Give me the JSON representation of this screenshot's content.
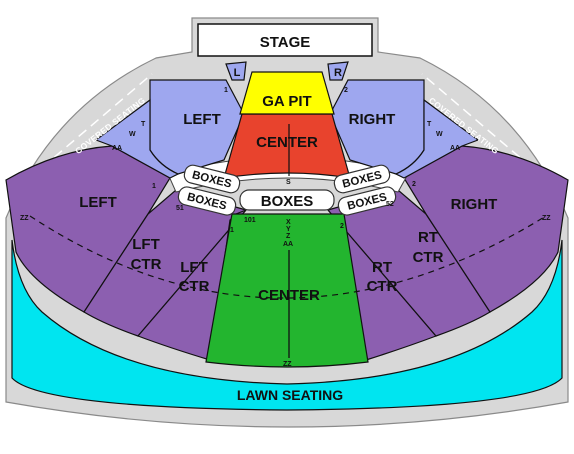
{
  "stage": "STAGE",
  "sections": {
    "ga_pit": "GA PIT",
    "center_front": "CENTER",
    "left_front": "LEFT",
    "right_front": "RIGHT",
    "box_l": "L",
    "box_r": "R",
    "left_back": "LEFT",
    "lft_ctr_a_1": "LFT",
    "lft_ctr_a_2": "CTR",
    "lft_ctr_b_1": "LFT",
    "lft_ctr_b_2": "CTR",
    "center_back": "CENTER",
    "rt_ctr_a_1": "RT",
    "rt_ctr_a_2": "CTR",
    "rt_ctr_b_1": "RT",
    "rt_ctr_b_2": "CTR",
    "right_back": "RIGHT",
    "lawn": "LAWN SEATING"
  },
  "boxes": {
    "center": "BOXES",
    "left_upper": "BOXES",
    "left_lower": "BOXES",
    "right_upper": "BOXES",
    "right_lower": "BOXES"
  },
  "covered_seating_left": "COVERED SEATING",
  "covered_seating_right": "COVERED SEATING",
  "rows": {
    "w_left": "W",
    "t_left": "T",
    "w_right": "W",
    "t_right": "T",
    "one_left": "1",
    "two_right": "2",
    "aa_left": "AA",
    "aa_right": "AA",
    "zz_left": "ZZ",
    "zz_right": "ZZ",
    "one_back": "1",
    "fiftyone": "51",
    "one_oh_one": "101",
    "fiftytwo": "52",
    "two_back": "2",
    "two_center": "2",
    "one_center": "1",
    "s": "S",
    "x": "X",
    "y": "Y",
    "z": "Z",
    "aa_center": "AA",
    "zz_center": "ZZ"
  },
  "colors": {
    "stage_fill": "#ffffff",
    "ga_pit": "#ffff00",
    "center_front": "#e8432d",
    "front_side": "#9ea7ef",
    "boxes_fill": "#ffffff",
    "back_side": "#8c5fb0",
    "center_back": "#23b52f",
    "lawn": "#00e5f0",
    "venue": "#d8d8d8"
  }
}
